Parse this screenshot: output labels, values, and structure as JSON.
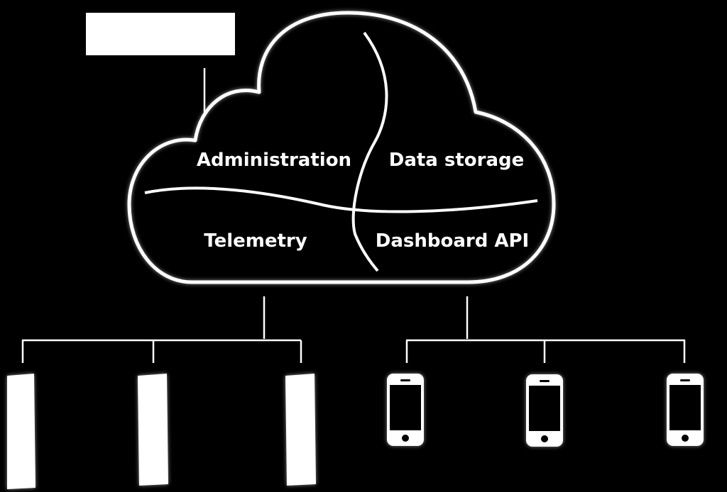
{
  "diagram": {
    "background_color": "#000000",
    "line_color": "#ffffff",
    "cloud": {
      "sections": {
        "administration": "Administration",
        "data_storage": "Data storage",
        "telemetry": "Telemetry",
        "dashboard_api": "Dashboard API"
      }
    },
    "top_box": {
      "text": ""
    },
    "left_devices": {
      "type": "tablet-side-view",
      "count": 3
    },
    "right_devices": {
      "type": "smartphone",
      "count": 3
    }
  }
}
